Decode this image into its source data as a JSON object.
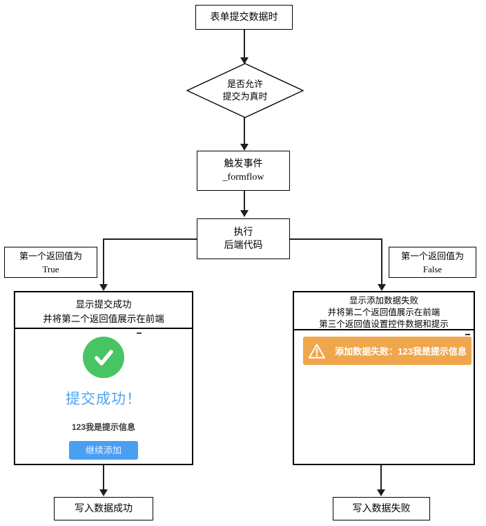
{
  "colors": {
    "success_green": "#49c463",
    "title_blue": "#4da3f0",
    "button_blue": "#4b9ff2",
    "alert_orange": "#efa64c",
    "line_dark": "#1f1f1f"
  },
  "nodes": {
    "start": {
      "label": "表单提交数据时"
    },
    "decision": {
      "line1": "是否允许",
      "line2": "提交为真时"
    },
    "trigger": {
      "line1": "触发事件",
      "line2": "_formflow"
    },
    "execute": {
      "line1": "执行",
      "line2": "后端代码"
    },
    "branch_true": {
      "line1": "第一个返回值为",
      "line2": "True"
    },
    "branch_false": {
      "line1": "第一个返回值为",
      "line2": "False"
    },
    "end_success": {
      "label": "写入数据成功"
    },
    "end_failure": {
      "label": "写入数据失败"
    }
  },
  "success_panel": {
    "header_line1": "显示提交成功",
    "header_line2": "并将第二个返回值展示在前端",
    "result_title": "提交成功！",
    "result_message": "123我是提示信息",
    "button_label": "继续添加",
    "icon": "check-circle-icon"
  },
  "failure_panel": {
    "header_line1": "显示添加数据失败",
    "header_line2": "并将第二个返回值展示在前端",
    "header_line3": "第三个返回值设置控件数据和提示",
    "alert_text": "添加数据失败：123我是提示信息",
    "icon": "warning-triangle-icon"
  }
}
